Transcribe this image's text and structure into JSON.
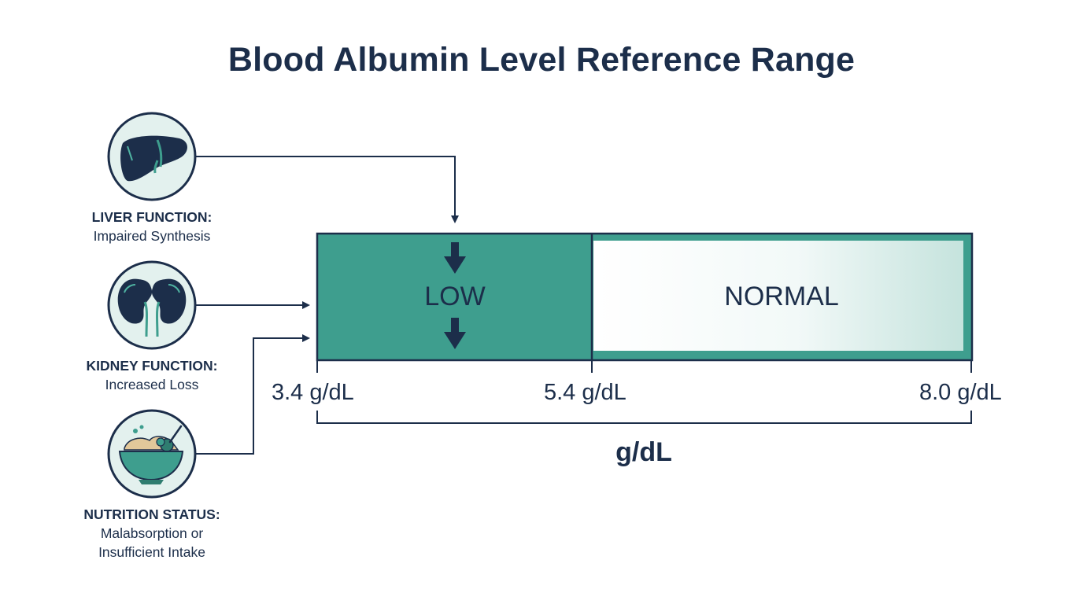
{
  "title": "Blood Albumin Level Reference Range",
  "factors": [
    {
      "head": "LIVER FUNCTION:",
      "desc": [
        "Impaired Synthesis"
      ],
      "icon": "liver-icon"
    },
    {
      "head": "KIDNEY FUNCTION:",
      "desc": [
        "Increased Loss"
      ],
      "icon": "kidneys-icon"
    },
    {
      "head": "NUTRITION STATUS:",
      "desc": [
        "Malabsorption or",
        "Insufficient Intake"
      ],
      "icon": "food-bowl-icon"
    }
  ],
  "zones": [
    {
      "label": "LOW",
      "color": "#3e9e8e"
    },
    {
      "label": "NORMAL",
      "color": "#e8f4f2"
    }
  ],
  "ticks": [
    "3.4 g/dL",
    "5.4 g/dL",
    "8.0 g/dL"
  ],
  "unit": "g/dL",
  "colors": {
    "navy": "#1c2e4a",
    "teal": "#3e9e8e",
    "icon_bg": "#e3f1ee"
  }
}
